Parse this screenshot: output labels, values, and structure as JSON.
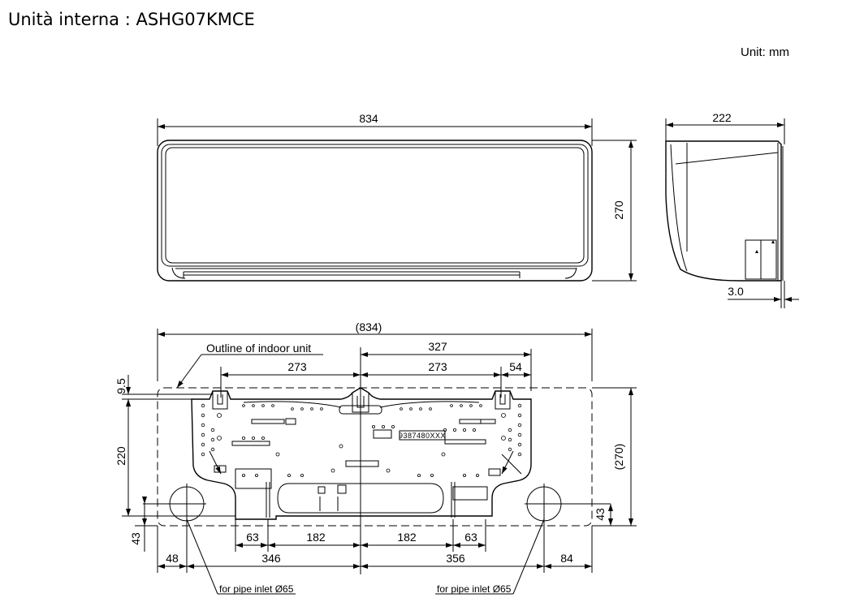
{
  "title": "Unità interna : ASHG07KMCE",
  "unit_label": "Unit: mm",
  "front_view": {
    "width": "834",
    "height": "270"
  },
  "side_view": {
    "depth": "222",
    "offset": "3.0"
  },
  "mounting_plate": {
    "outline_width": "(834)",
    "outline_height": "(270)",
    "outline_label": "Outline of indoor unit",
    "product_code": "9387480XXX",
    "dims": {
      "d327": "327",
      "d273_left": "273",
      "d273_right": "273",
      "d54": "54",
      "d9_5": "9.5",
      "d220": "220",
      "d43_left": "43",
      "d43_right": "43",
      "d63_left": "63",
      "d182_left": "182",
      "d182_right": "182",
      "d63_right": "63",
      "d48": "48",
      "d346": "346",
      "d356": "356",
      "d84": "84"
    },
    "pipe_inlet_left": "for pipe inlet Ø65",
    "pipe_inlet_right": "for pipe inlet Ø65"
  }
}
